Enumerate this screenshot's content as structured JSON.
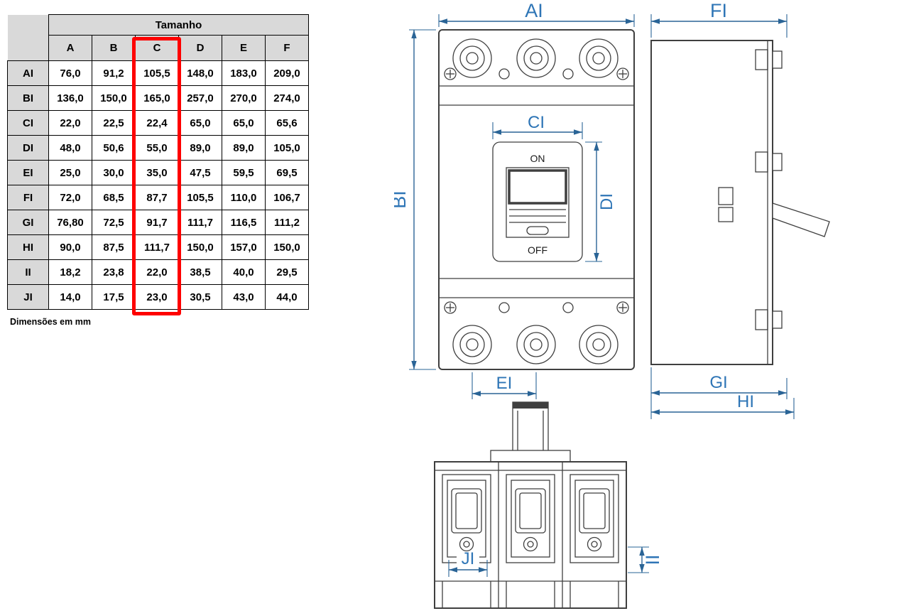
{
  "table": {
    "title": "Tamanho",
    "columns": [
      "A",
      "B",
      "C",
      "D",
      "E",
      "F"
    ],
    "highlighted_column": "C",
    "rows": [
      {
        "label": "AI",
        "values": [
          "76,0",
          "91,2",
          "105,5",
          "148,0",
          "183,0",
          "209,0"
        ]
      },
      {
        "label": "BI",
        "values": [
          "136,0",
          "150,0",
          "165,0",
          "257,0",
          "270,0",
          "274,0"
        ]
      },
      {
        "label": "CI",
        "values": [
          "22,0",
          "22,5",
          "22,4",
          "65,0",
          "65,0",
          "65,6"
        ]
      },
      {
        "label": "DI",
        "values": [
          "48,0",
          "50,6",
          "55,0",
          "89,0",
          "89,0",
          "105,0"
        ]
      },
      {
        "label": "EI",
        "values": [
          "25,0",
          "30,0",
          "35,0",
          "47,5",
          "59,5",
          "69,5"
        ]
      },
      {
        "label": "FI",
        "values": [
          "72,0",
          "68,5",
          "87,7",
          "105,5",
          "110,0",
          "106,7"
        ]
      },
      {
        "label": "GI",
        "values": [
          "76,80",
          "72,5",
          "91,7",
          "111,7",
          "116,5",
          "111,2"
        ]
      },
      {
        "label": "HI",
        "values": [
          "90,0",
          "87,5",
          "111,7",
          "150,0",
          "157,0",
          "150,0"
        ]
      },
      {
        "label": "II",
        "values": [
          "18,2",
          "23,8",
          "22,0",
          "38,5",
          "40,0",
          "29,5"
        ]
      },
      {
        "label": "JI",
        "values": [
          "14,0",
          "17,5",
          "23,0",
          "30,5",
          "43,0",
          "44,0"
        ]
      }
    ],
    "caption": "Dimensões em mm"
  },
  "drawing": {
    "front_view": {
      "dim_width": "AI",
      "dim_height": "BI",
      "dim_switch_width": "CI",
      "dim_switch_height": "DI",
      "dim_pole_pitch": "EI",
      "switch_on": "ON",
      "switch_off": "OFF"
    },
    "side_view": {
      "dim_depth_top": "FI",
      "dim_depth_bottom": "GI",
      "dim_total_depth": "HI"
    },
    "bottom_view": {
      "dim_terminal_width": "JI",
      "dim_offset": "II"
    }
  },
  "colors": {
    "dimension_line": "#2a6496",
    "dimension_text": "#2e75b6",
    "highlight": "#fe0000",
    "table_header_bg": "#d9d9d9",
    "outline": "#3f3f3f"
  }
}
